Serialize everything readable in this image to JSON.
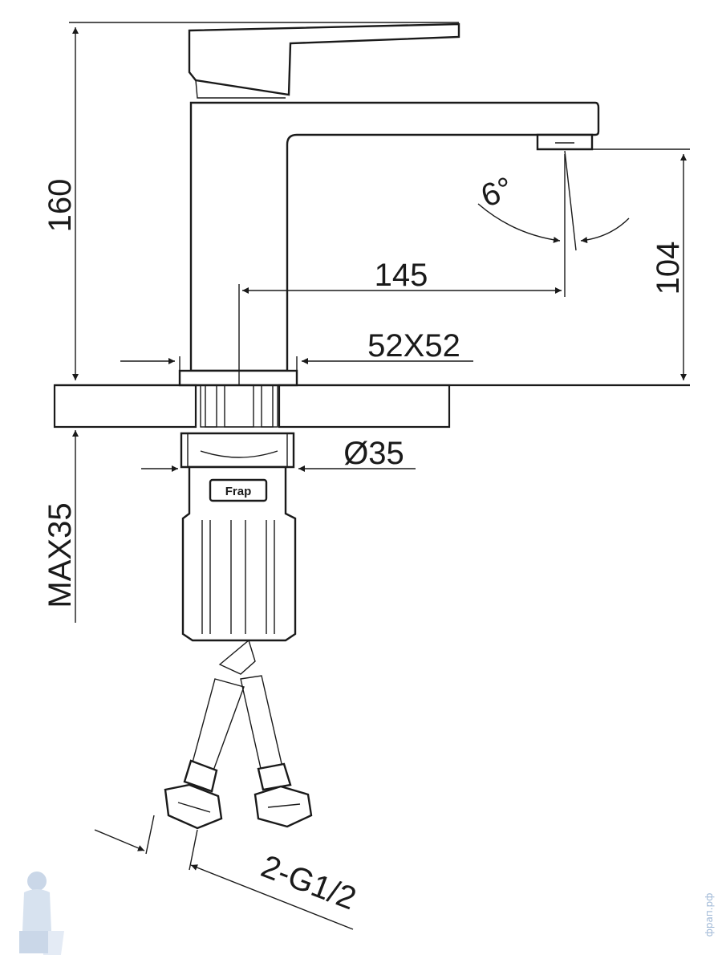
{
  "dimensions": {
    "height_total": "160",
    "spout_height": "104",
    "spout_reach": "145",
    "base_size": "52X52",
    "shank_diameter": "Ø35",
    "max_counter_thickness": "MAX35",
    "hose_thread": "2-G1/2",
    "spout_angle": "6°"
  },
  "brand": {
    "logo_text": "Frap"
  },
  "watermark": {
    "text": "фрап.рф"
  },
  "colors": {
    "line": "#1a1a1a",
    "background": "#ffffff",
    "watermark": "#9fb8d6"
  }
}
